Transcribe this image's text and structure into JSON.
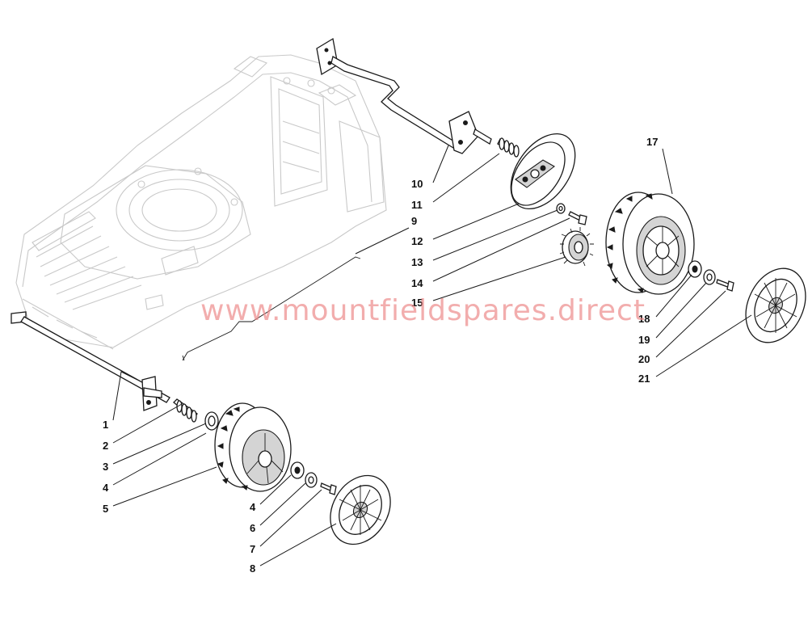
{
  "watermark": "www.mountfieldspares.direct",
  "callouts": [
    "1",
    "2",
    "3",
    "4",
    "5",
    "4",
    "6",
    "7",
    "8",
    "9",
    "10",
    "11",
    "12",
    "13",
    "14",
    "15",
    "17",
    "18",
    "19",
    "20",
    "21"
  ]
}
